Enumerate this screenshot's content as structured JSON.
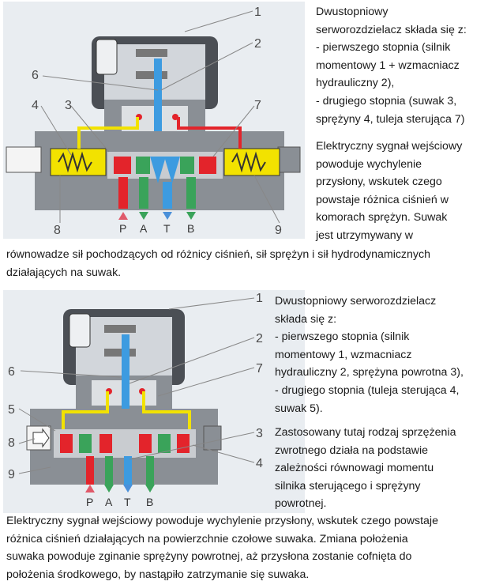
{
  "figure1": {
    "numbers": [
      "1",
      "2",
      "6",
      "4",
      "3",
      "7",
      "8",
      "9"
    ],
    "ports": [
      "P",
      "A",
      "T",
      "B"
    ]
  },
  "figure2": {
    "numbers": [
      "1",
      "2",
      "6",
      "7",
      "5",
      "3",
      "8",
      "4",
      "9"
    ],
    "ports": [
      "P",
      "A",
      "T",
      "B"
    ]
  },
  "section1": {
    "title_lines": [
      "Dwustopniowy",
      "serworozdzielacz składa się z:"
    ],
    "list_lines": [
      "- pierwszego stopnia (silnik",
      "momentowy 1 + wzmacniacz",
      "hydrauliczny 2),",
      "- drugiego stopnia (suwak 3,",
      "sprężyny 4, tuleja sterująca 7)"
    ],
    "para_lines": [
      "Elektryczny sygnał wejściowy",
      "powoduje wychylenie",
      "przysłony, wskutek czego",
      "powstaje różnica ciśnień w",
      "komorach sprężyn. Suwak",
      "jest utrzymywany w"
    ],
    "para_cont_lines": [
      "równowadze sił pochodzących od różnicy ciśnień, sił sprężyn i sił hydrodynamicznych",
      "działających na suwak."
    ]
  },
  "section2": {
    "title_lines": [
      "Dwustopniowy serworozdzielacz",
      "składa się z:"
    ],
    "list_lines": [
      "- pierwszego stopnia (silnik",
      "momentowy 1, wzmacniacz",
      "hydrauliczny 2, sprężyna powrotna 3),",
      "- drugiego stopnia (tuleja sterująca 4,",
      "suwak 5)."
    ],
    "para_lines": [
      "Zastosowany tutaj rodzaj sprzężenia",
      "zwrotnego działa na podstawie",
      "zależności równowagi momentu",
      "silnika sterującego i sprężyny",
      "powrotnej."
    ],
    "para_cont_lines": [
      "Elektryczny sygnał wejściowy powoduje wychylenie przysłony, wskutek czego powstaje",
      "różnica ciśnień działających na powierzchnie czołowe suwaka. Zmiana położenia",
      "suwaka powoduje zginanie sprężyny powrotnej, aż przysłona zostanie cofnięta do",
      "położenia środkowego, by nastąpiło zatrzymanie się suwaka."
    ]
  },
  "colors": {
    "pressure": "#e3242b",
    "tank": "#3d9be0",
    "pilot": "#f2e200",
    "port_P": "#e05a6a",
    "port_A": "#3aa35a",
    "port_T": "#4a90d9",
    "port_B": "#3aa35a"
  }
}
